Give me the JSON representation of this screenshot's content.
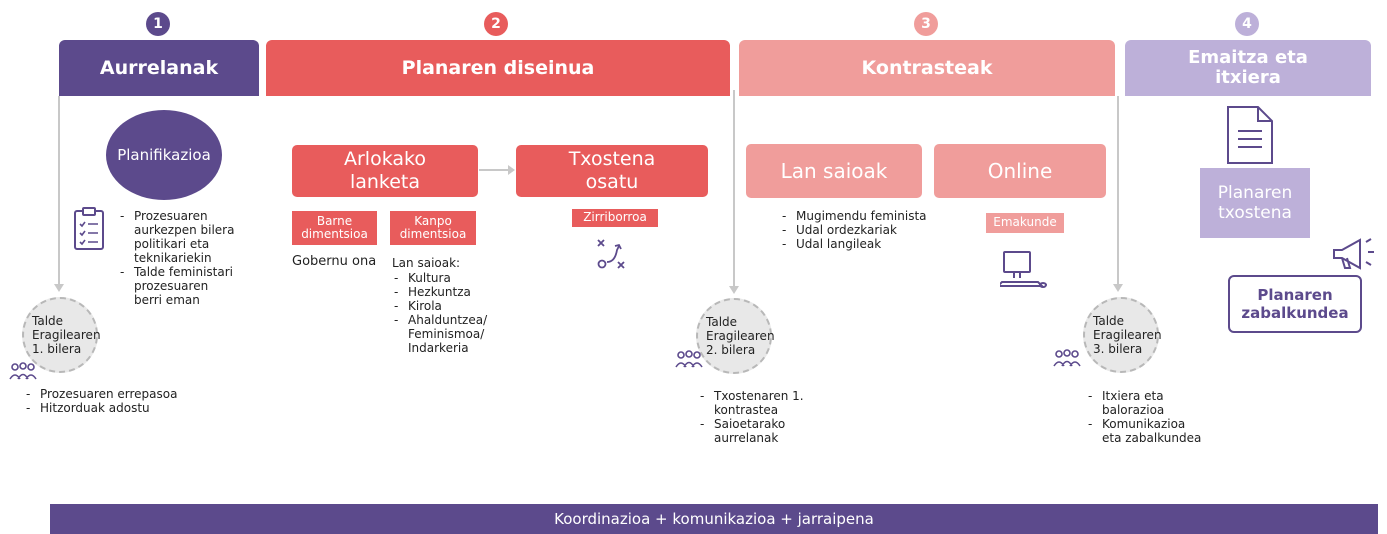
{
  "colors": {
    "purple_dark": "#5c4a8c",
    "red": "#e85c5c",
    "pink": "#f09d9b",
    "lavender": "#bdb0d9",
    "gray_circle": "#e8e8e8"
  },
  "phases": [
    {
      "number": "1",
      "title": "Aurrelanak"
    },
    {
      "number": "2",
      "title": "Planaren diseinua"
    },
    {
      "number": "3",
      "title": "Kontrasteak"
    },
    {
      "number": "4",
      "title": "Emaitza eta itxiera"
    }
  ],
  "phase1": {
    "circle": "Planifikazioa",
    "list": [
      "Prozesuaren aurkezpen bilera politikari eta teknikariekin",
      "Talde feministari prozesuaren berri eman"
    ],
    "meeting": "Talde Eragilearen 1. bilera",
    "meeting_list": [
      "Prozesuaren errepasoa",
      "Hitzorduak adostu"
    ]
  },
  "phase2": {
    "box1": "Arlokako lanketa",
    "box2": "Txostena osatu",
    "tag_barne": "Barne dimentsioa",
    "tag_kanpo": "Kanpo dimentsioa",
    "tag_zirriborroa": "Zirriborroa",
    "gobernu": "Gobernu ona",
    "lan_saioak_title": "Lan saioak:",
    "lan_saioak": [
      "Kultura",
      "Hezkuntza",
      "Kirola",
      "Ahalduntzea/ Feminismoa/ Indarkeria"
    ]
  },
  "phase3": {
    "box1": "Lan saioak",
    "box2": "Online",
    "list": [
      "Mugimendu feminista",
      "Udal ordezkariak",
      "Udal langileak"
    ],
    "tag_emakunde": "Emakunde",
    "meeting": "Talde Eragilearen 2. bilera",
    "meeting_list": [
      "Txostenaren 1. kontrastea",
      "Saioetarako aurrelanak"
    ]
  },
  "phase4": {
    "box": "Planaren txostena",
    "button": "Planaren zabalkundea",
    "meeting": "Talde Eragilearen 3. bilera",
    "meeting_list": [
      "Itxiera eta balorazioa",
      "Komunikazioa eta zabalkundea"
    ]
  },
  "footer": "Koordinazioa + komunikazioa + jarraipena",
  "icons": [
    "clipboard-icon",
    "people-icon",
    "strategy-icon",
    "computer-icon",
    "document-icon",
    "megaphone-icon"
  ]
}
